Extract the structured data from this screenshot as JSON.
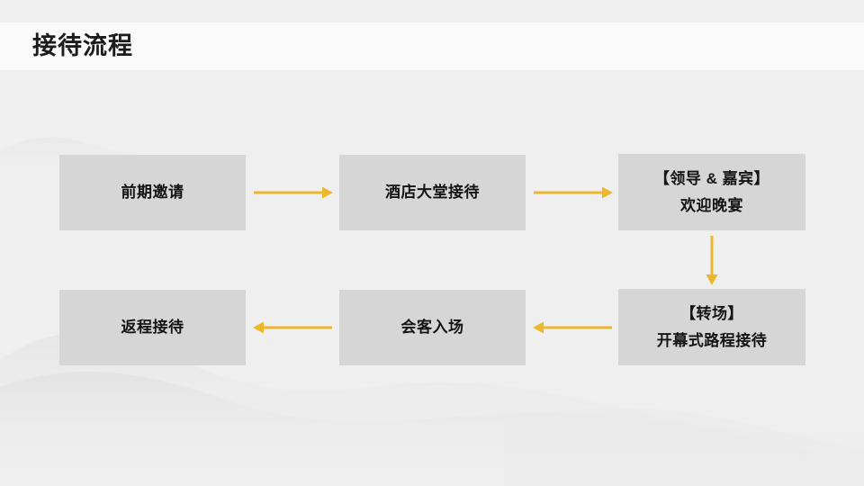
{
  "slide": {
    "title": "接待流程",
    "background_color": "#efefef",
    "header_band_color": "#fafafa",
    "title_color": "#1b1b1b"
  },
  "theme": {
    "node_fill": "#d6d6d6",
    "node_text_color": "#141414",
    "arrow_color": "#edb72c"
  },
  "flow": {
    "nodes": [
      {
        "id": "node-1",
        "lines": [
          "前期邀请"
        ]
      },
      {
        "id": "node-2",
        "lines": [
          "酒店大堂接待"
        ]
      },
      {
        "id": "node-3",
        "lines": [
          "【领导 & 嘉宾】",
          "欢迎晚宴"
        ]
      },
      {
        "id": "node-4",
        "lines": [
          "【转场】",
          "开幕式路程接待"
        ]
      },
      {
        "id": "node-5",
        "lines": [
          "会客入场"
        ]
      },
      {
        "id": "node-6",
        "lines": [
          "返程接待"
        ]
      }
    ],
    "connectors": [
      {
        "id": "arrow-1",
        "from": "node-1",
        "to": "node-2",
        "direction": "right"
      },
      {
        "id": "arrow-2",
        "from": "node-2",
        "to": "node-3",
        "direction": "right"
      },
      {
        "id": "arrow-3",
        "from": "node-3",
        "to": "node-4",
        "direction": "down"
      },
      {
        "id": "arrow-4",
        "from": "node-4",
        "to": "node-5",
        "direction": "left"
      },
      {
        "id": "arrow-5",
        "from": "node-5",
        "to": "node-6",
        "direction": "left"
      }
    ]
  }
}
